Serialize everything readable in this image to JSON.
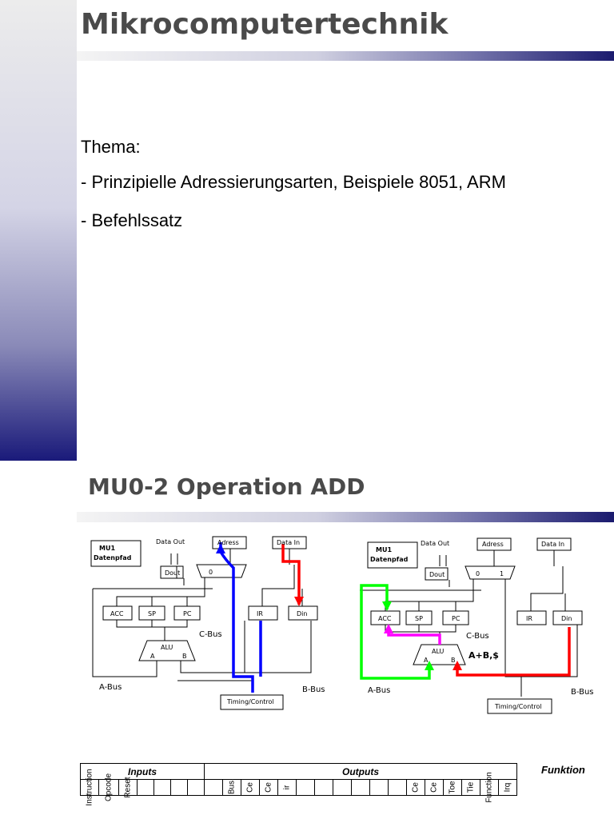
{
  "slide1": {
    "title": "Mikrocomputertechnik",
    "lines": [
      "Thema:",
      "- Prinzipielle Adressierungsarten, Beispiele 8051, ARM",
      "- Befehlssatz"
    ]
  },
  "slide2": {
    "title": "MU0-2 Operation ADD",
    "diagram_left": {
      "title_line1": "MU1",
      "title_line2": "Datenpfad",
      "data_out": "Data Out",
      "adress": "Adress",
      "data_in": "Data In",
      "dout": "Dout",
      "mux0": "0",
      "acc": "ACC",
      "sp": "SP",
      "pc": "PC",
      "ir": "IR",
      "din": "Din",
      "alu": "ALU",
      "alu_a": "A",
      "alu_b": "B",
      "c_bus": "C-Bus",
      "a_bus": "A-Bus",
      "b_bus": "B-Bus",
      "timing": "Timing/Control"
    },
    "diagram_right": {
      "title_line1": "MU1",
      "title_line2": "Datenpfad",
      "data_out": "Data Out",
      "adress": "Adress",
      "data_in": "Data In",
      "dout": "Dout",
      "mux0": "0",
      "mux1": "1",
      "acc": "ACC",
      "sp": "SP",
      "pc": "PC",
      "ir": "IR",
      "din": "Din",
      "alu": "ALU",
      "alu_a": "A",
      "alu_b": "B",
      "c_bus": "C-Bus",
      "a_bus": "A-Bus",
      "b_bus": "B-Bus",
      "timing": "Timing/Control",
      "annotation": "A+B,$"
    },
    "table": {
      "inputs": "Inputs",
      "outputs": "Outputs",
      "funktion": "Funktion",
      "input_cols": [
        "Instruction",
        "Opcode",
        "Reset",
        "",
        "",
        "",
        ""
      ],
      "output_cols": [
        "",
        "Bus",
        "Ce",
        "Ce",
        "ir",
        "",
        "",
        "",
        "",
        "",
        "",
        "Ce",
        "Ce",
        "Toe",
        "Tie",
        "Function",
        "Irq"
      ]
    },
    "colors": {
      "blue_path": "#0000ff",
      "red_path": "#ff0000",
      "green_path": "#00ff00",
      "magenta_path": "#ff00ff"
    }
  }
}
